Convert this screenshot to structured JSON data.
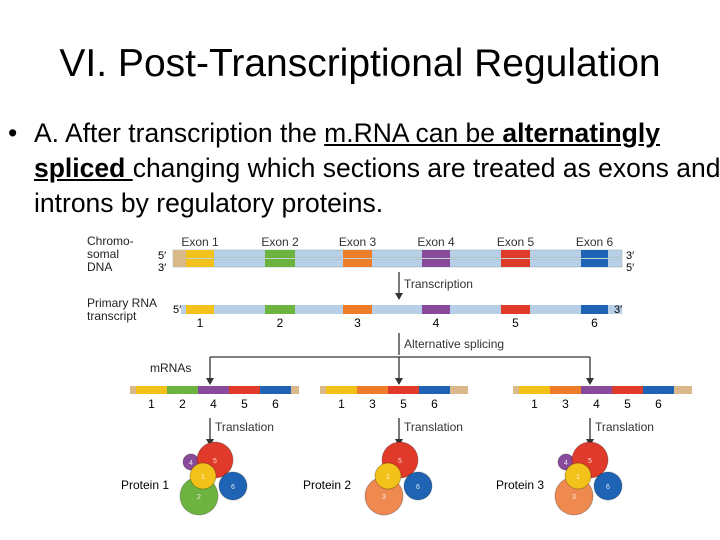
{
  "slide": {
    "title": "VI. Post-Transcriptional Regulation",
    "bullet_symbol": "•",
    "bullet_parts": [
      {
        "text": "A. After transcription the ",
        "style": "plain"
      },
      {
        "text": "m.RNA can be ",
        "style": "underline"
      },
      {
        "text": "alternatingly spliced ",
        "style": "underline-bold"
      },
      {
        "text": "changing which sections are treated as exons and introns by regulatory proteins.",
        "style": "plain"
      }
    ]
  },
  "figure": {
    "dna_label": [
      "Chromo-",
      "somal",
      "DNA"
    ],
    "primary_label": [
      "Primary RNA",
      "transcript"
    ],
    "mrnas_label": "mRNAs",
    "prime5": "5′",
    "prime3": "3′",
    "exon_headers": [
      "Exon 1",
      "Exon 2",
      "Exon 3",
      "Exon 4",
      "Exon 5",
      "Exon 6"
    ],
    "exon_numbers": [
      "1",
      "2",
      "3",
      "4",
      "5",
      "6"
    ],
    "step_transcription": "Transcription",
    "step_splicing": "Alternative splicing",
    "step_translation": "Translation",
    "exon_colors": {
      "1": "#f2c11a",
      "2": "#6cb33f",
      "3": "#ee7d2a",
      "4": "#8a4a9b",
      "5": "#e03a2a",
      "6": "#1f64b4"
    },
    "intron_color": "#b8cfe8",
    "mrnas": [
      {
        "exons": [
          "1",
          "2",
          "4",
          "5",
          "6"
        ]
      },
      {
        "exons": [
          "1",
          "3",
          "5",
          "6"
        ]
      },
      {
        "exons": [
          "1",
          "3",
          "4",
          "5",
          "6"
        ]
      }
    ],
    "proteins": [
      {
        "label": "Protein 1",
        "parts": [
          "1",
          "2",
          "4",
          "5",
          "6"
        ]
      },
      {
        "label": "Protein 2",
        "parts": [
          "1",
          "3",
          "5",
          "6"
        ]
      },
      {
        "label": "Protein 3",
        "parts": [
          "1",
          "3",
          "4",
          "5",
          "6"
        ]
      }
    ]
  }
}
